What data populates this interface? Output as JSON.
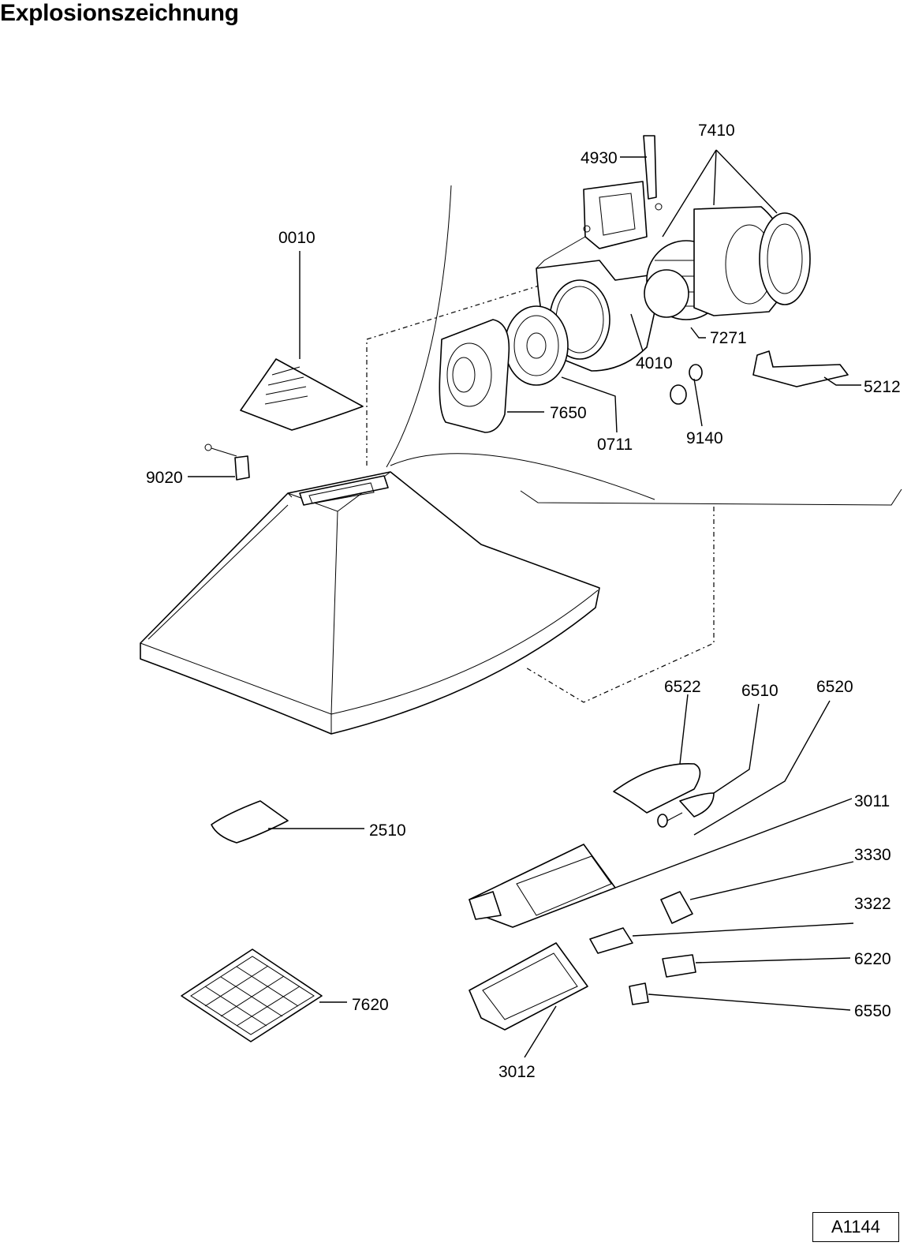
{
  "title": "Explosionszeichnung",
  "doc_code": "A1144",
  "part_labels": {
    "p4930": "4930",
    "p7410": "7410",
    "p0010": "0010",
    "p7271": "7271",
    "p4010": "4010",
    "p5212": "5212",
    "p7650": "7650",
    "p0711": "0711",
    "p9140": "9140",
    "p9020": "9020",
    "p6522": "6522",
    "p6510": "6510",
    "p6520": "6520",
    "p3011": "3011",
    "p2510": "2510",
    "p3330": "3330",
    "p3322": "3322",
    "p6220": "6220",
    "p7620": "7620",
    "p6550": "6550",
    "p3012": "3012"
  }
}
